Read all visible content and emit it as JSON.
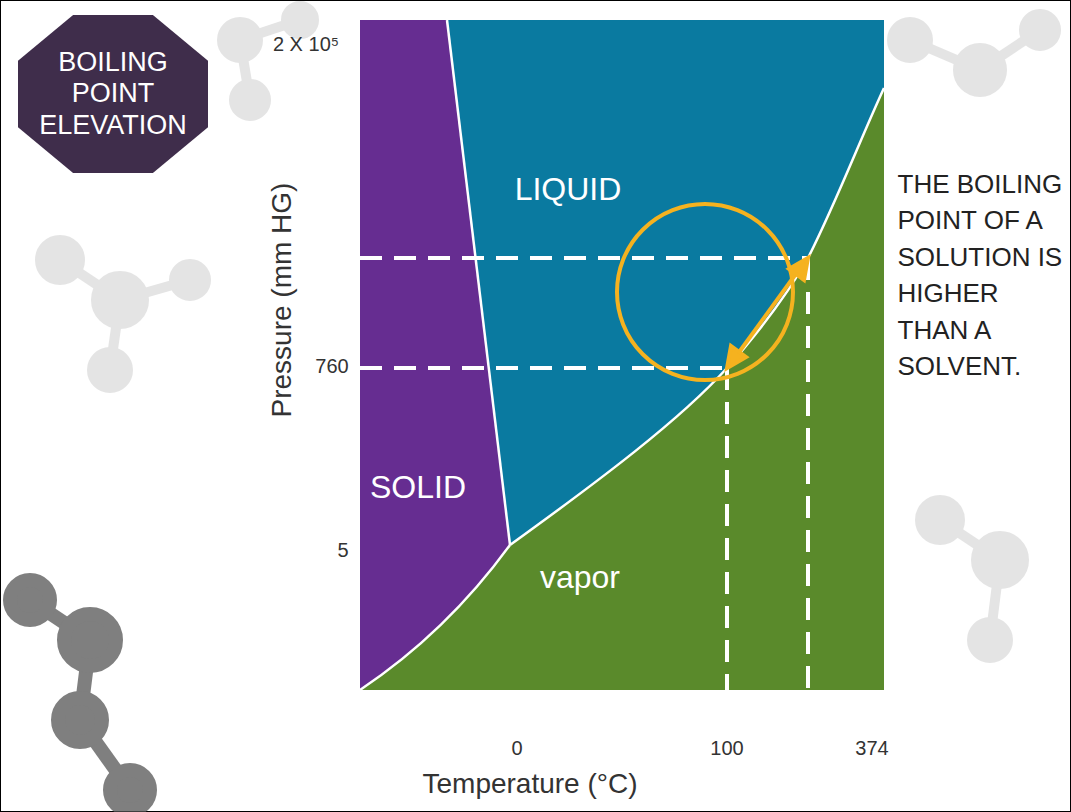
{
  "diagram": {
    "nodes": [
      {
        "text": [
          "BOILING POINT ELEVATION"
        ]
      }
    ],
    "labels": [
      "LIQUID",
      "SOLID",
      "vapor",
      "Pressure (mm HG)",
      "2 X 10⁵",
      "760",
      "5",
      "0",
      "100",
      "374",
      "Temperature (°C)",
      "THE BOILING POINT OF A SOLUTION IS HIGHER THAN A SOLVENT."
    ]
  }
}
